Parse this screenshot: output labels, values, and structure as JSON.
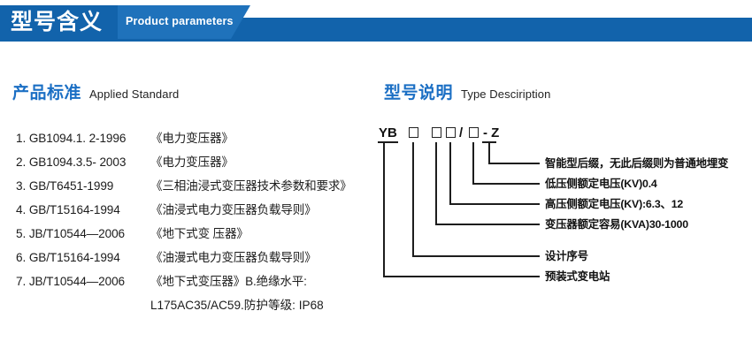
{
  "banner": {
    "title_cn": "型号含义",
    "title_en": "Product parameters"
  },
  "sections": {
    "left": {
      "heading_cn": "产品标准",
      "heading_en": "Applied Standard",
      "items": [
        {
          "code": "1. GB1094.1. 2-1996",
          "name": "《电力变压器》"
        },
        {
          "code": "2. GB1094.3.5- 2003",
          "name": "《电力变压器》"
        },
        {
          "code": "3. GB/T6451-1999",
          "name": "《三相油浸式变压器技术参数和要求》"
        },
        {
          "code": "4. GB/T15164-1994",
          "name": "《油浸式电力变压器负载导则》"
        },
        {
          "code": "5. JB/T10544—2006",
          "name": "《地下式变 压器》"
        },
        {
          "code": "6. GB/T15164-1994",
          "name": "《油漫式电力变压器负载导则》"
        },
        {
          "code": "7. JB/T10544—2006",
          "name": "《地下式变压器》B.绝缘水平:"
        }
      ],
      "continuation": "L175AC35/AC59.防护等级: IP68"
    },
    "right": {
      "heading_cn": "型号说明",
      "heading_en": "Type Desciription",
      "code_tokens": [
        {
          "kind": "text",
          "text": "YB"
        },
        {
          "kind": "box",
          "text": ""
        },
        {
          "kind": "box",
          "text": ""
        },
        {
          "kind": "box",
          "text": ""
        },
        {
          "kind": "text",
          "text": "/"
        },
        {
          "kind": "box",
          "text": ""
        },
        {
          "kind": "text",
          "text": "- Z"
        }
      ],
      "code_display": "YB □ □□/□ -Z",
      "callouts": [
        {
          "label": "智能型后缀，无此后缀则为普通地埋变"
        },
        {
          "label": "低压侧额定电压(KV)0.4"
        },
        {
          "label": "高压侧额定电压(KV):6.3、12"
        },
        {
          "label": "变压器额定容易(KVA)30-1000"
        },
        {
          "label": "设计序号"
        },
        {
          "label": "预装式变电站"
        }
      ]
    }
  },
  "colors": {
    "banner_dark": "#1263ab",
    "banner_mid": "#1f72bb",
    "heading_blue": "#1b6fc4",
    "text_dark": "#1c1c1c"
  }
}
